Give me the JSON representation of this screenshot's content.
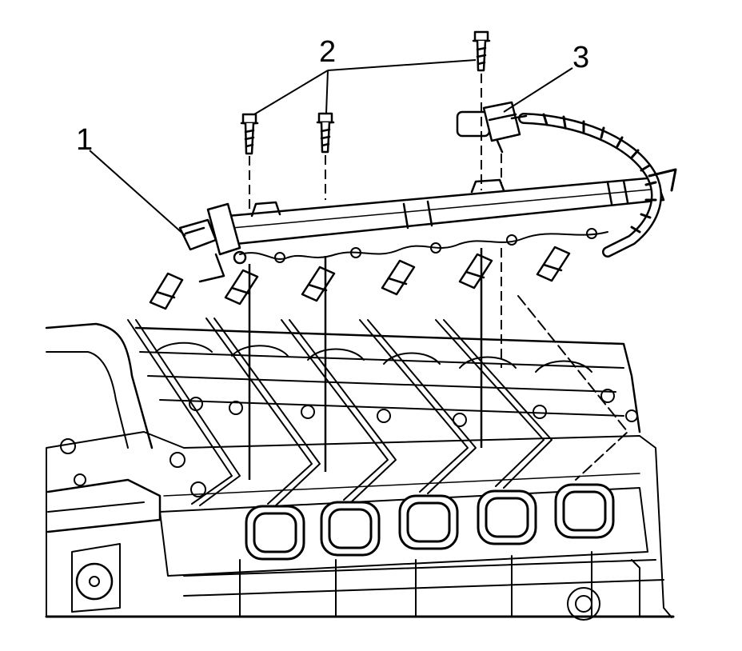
{
  "diagram": {
    "callouts": [
      {
        "label": "1",
        "part": "fuel-rail-harness-connector"
      },
      {
        "label": "2",
        "part": "fuel-rail-bolts"
      },
      {
        "label": "3",
        "part": "fuel-pressure-sensor-connector"
      }
    ],
    "colors": {
      "line": "#000000",
      "background": "#ffffff"
    },
    "injector_count": 6,
    "intake_port_count": 5
  }
}
